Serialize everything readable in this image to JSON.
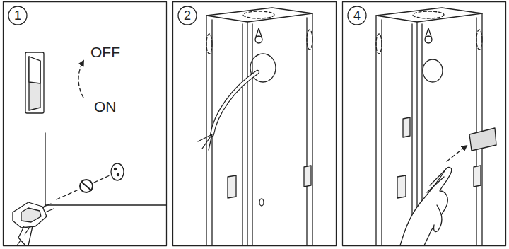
{
  "diagram": {
    "nodes": [
      {
        "text": [
          "1"
        ]
      },
      {
        "text": [
          "2"
        ]
      },
      {
        "text": [
          "4"
        ]
      }
    ],
    "labels": [
      "OFF",
      "ON"
    ]
  }
}
